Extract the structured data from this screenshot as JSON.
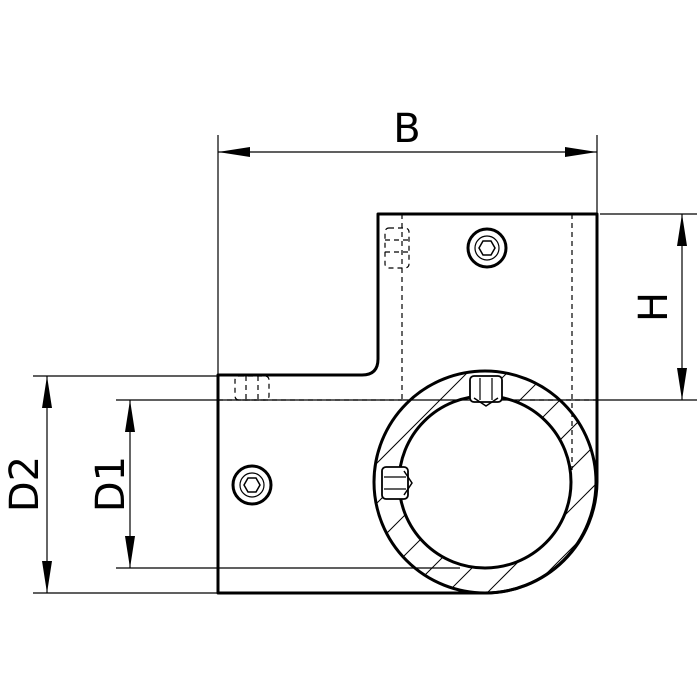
{
  "dimensions": {
    "width_label": "B",
    "height_label": "H",
    "outer_diameter_label": "D2",
    "inner_diameter_label": "D1"
  },
  "colors": {
    "line": "#000000",
    "background": "#ffffff"
  }
}
